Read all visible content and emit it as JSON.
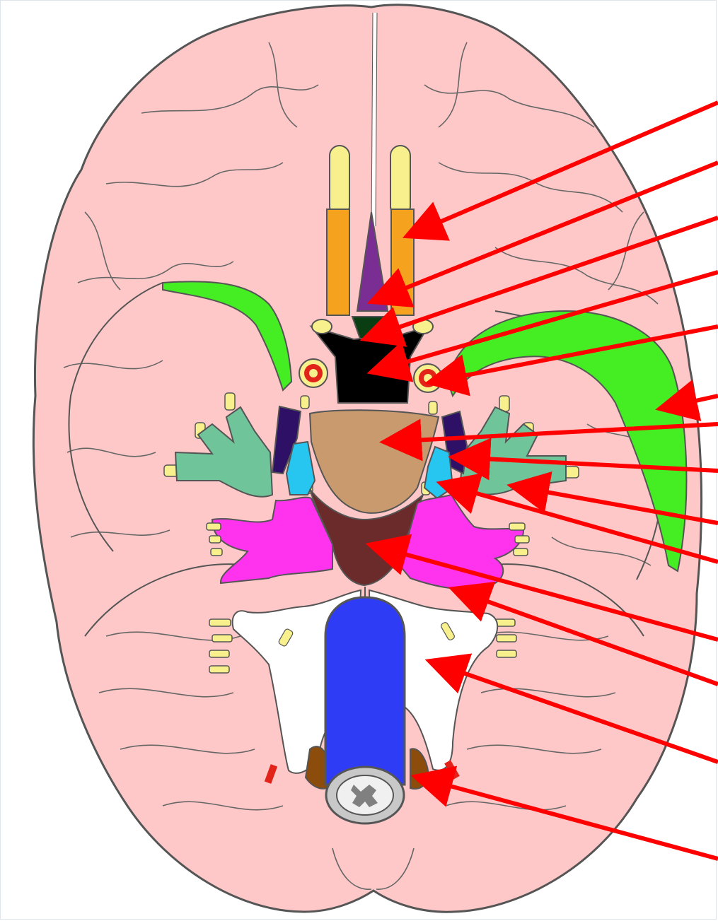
{
  "diagram": {
    "view": "inferior-brain-surface",
    "structures": [
      {
        "name": "olfactory-tract",
        "color": "#f5a21f"
      },
      {
        "name": "olfactory-bulb",
        "color": "#f7f08c"
      },
      {
        "name": "gyrus-rectus",
        "color": "#7a2d92"
      },
      {
        "name": "optic-chiasm",
        "color": "#000000"
      },
      {
        "name": "internal-carotid",
        "color": "#e2231a"
      },
      {
        "name": "lateral-fissure-region",
        "color": "#44ee22"
      },
      {
        "name": "pons",
        "color": "#c89a6e"
      },
      {
        "name": "cerebral-peduncle",
        "color": "#2e1066"
      },
      {
        "name": "trigeminal-nerve",
        "color": "#6fc49a"
      },
      {
        "name": "middle-cerebellar-peduncle",
        "color": "#26c6f0"
      },
      {
        "name": "midbrain-region",
        "color": "#6b2b2b"
      },
      {
        "name": "cerebellar-hemisphere-region",
        "color": "#ff33ee"
      },
      {
        "name": "medulla-region",
        "color": "#ffffff"
      },
      {
        "name": "spinal-cord",
        "color": "#2e3cf5"
      },
      {
        "name": "vertebral-artery",
        "color": "#8b4c0c"
      }
    ],
    "arrow_color": "#ff0000",
    "brain_color": "#ffc8c8",
    "outline_color": "#555555"
  }
}
